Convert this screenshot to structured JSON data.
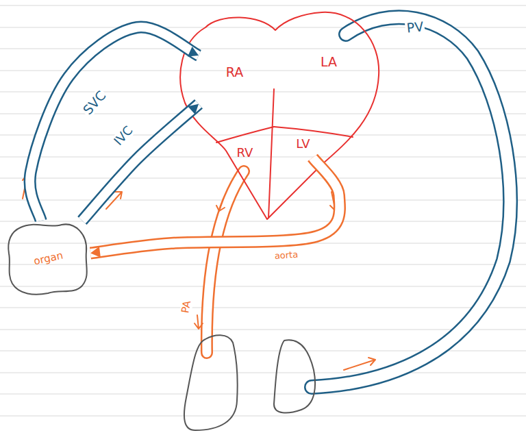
{
  "diagram": {
    "nodes": [
      {
        "text": [
          "RA"
        ]
      },
      {
        "text": [
          "LA"
        ]
      },
      {
        "text": [
          "RV"
        ]
      },
      {
        "text": [
          "LV"
        ]
      },
      {
        "text": [
          "organ"
        ]
      }
    ],
    "edges": [
      {
        "from": 4,
        "to": 0,
        "arrow": "to",
        "label": "SVC"
      },
      {
        "from": 4,
        "to": 0,
        "arrow": "to",
        "label": "IVC"
      },
      {
        "from": 3,
        "to": 4,
        "arrow": "to",
        "label": "aorta"
      }
    ],
    "labels": [
      "PV",
      "PA"
    ]
  }
}
